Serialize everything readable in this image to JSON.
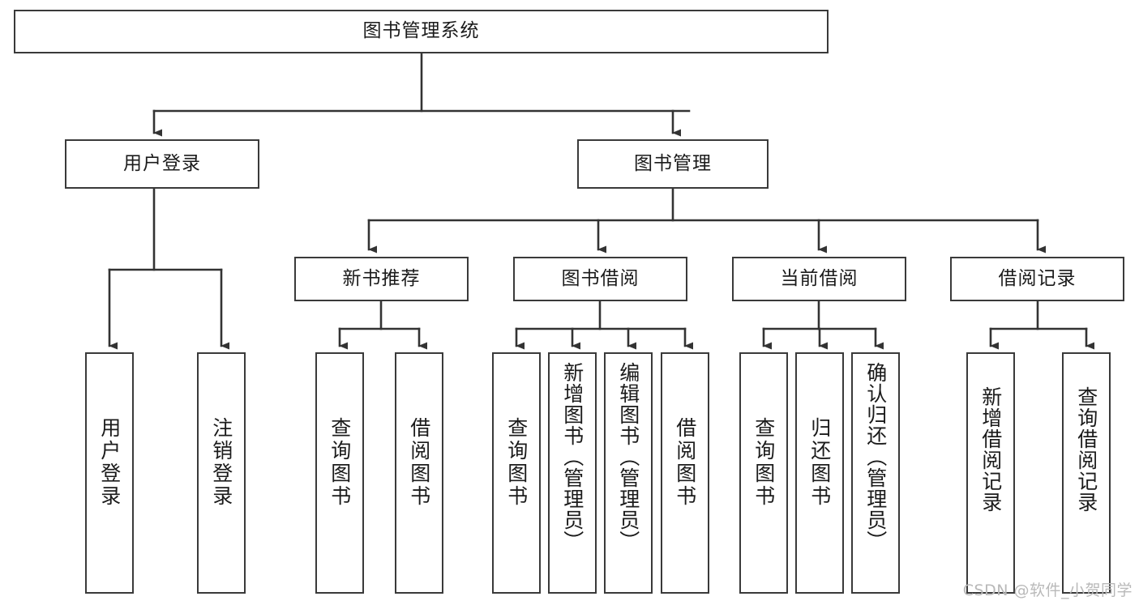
{
  "diagram": {
    "title": "图书管理系统",
    "type": "tree",
    "orientation": "top-down",
    "style": {
      "box_fill": "#ffffff",
      "box_stroke": "#3a3a3a",
      "edge_color": "#333333",
      "text_color": "#1b1b1b",
      "watermark_color": "#b9b9b9"
    },
    "watermark": "CSDN @软件_小贺同学",
    "nodes": {
      "root": {
        "label": "图书管理系统",
        "level": 0,
        "text_direction": "horizontal"
      },
      "user_login": {
        "label": "用户登录",
        "level": 1,
        "text_direction": "horizontal"
      },
      "book_manage": {
        "label": "图书管理",
        "level": 1,
        "text_direction": "horizontal"
      },
      "new_book_rec": {
        "label": "新书推荐",
        "level": 2,
        "text_direction": "horizontal"
      },
      "book_borrow": {
        "label": "图书借阅",
        "level": 2,
        "text_direction": "horizontal"
      },
      "current_borrow": {
        "label": "当前借阅",
        "level": 2,
        "text_direction": "horizontal"
      },
      "borrow_record": {
        "label": "借阅记录",
        "level": 2,
        "text_direction": "horizontal"
      },
      "leaf_user_login": {
        "label": "用户登录",
        "level": 3,
        "text_direction": "vertical"
      },
      "leaf_logout": {
        "label": "注销登录",
        "level": 3,
        "text_direction": "vertical"
      },
      "leaf_query_book_a": {
        "label": "查询图书",
        "level": 3,
        "text_direction": "vertical"
      },
      "leaf_borrow_book_a": {
        "label": "借阅图书",
        "level": 3,
        "text_direction": "vertical"
      },
      "leaf_query_book_b": {
        "label": "查询图书",
        "level": 3,
        "text_direction": "vertical"
      },
      "leaf_add_book": {
        "label": "新增图书（管理员）",
        "level": 3,
        "text_direction": "vertical"
      },
      "leaf_edit_book": {
        "label": "编辑图书（管理员）",
        "level": 3,
        "text_direction": "vertical"
      },
      "leaf_borrow_book_b": {
        "label": "借阅图书",
        "level": 3,
        "text_direction": "vertical"
      },
      "leaf_query_book_c": {
        "label": "查询图书",
        "level": 3,
        "text_direction": "vertical"
      },
      "leaf_return_book": {
        "label": "归还图书",
        "level": 3,
        "text_direction": "vertical"
      },
      "leaf_confirm_return": {
        "label": "确认归还（管理员）",
        "level": 3,
        "text_direction": "vertical"
      },
      "leaf_add_record": {
        "label": "新增借阅记录",
        "level": 3,
        "text_direction": "vertical"
      },
      "leaf_query_record": {
        "label": "查询借阅记录",
        "level": 3,
        "text_direction": "vertical"
      }
    },
    "edges": [
      {
        "from": "root",
        "to": "user_login"
      },
      {
        "from": "root",
        "to": "book_manage"
      },
      {
        "from": "book_manage",
        "to": "new_book_rec"
      },
      {
        "from": "book_manage",
        "to": "book_borrow"
      },
      {
        "from": "book_manage",
        "to": "current_borrow"
      },
      {
        "from": "book_manage",
        "to": "borrow_record"
      },
      {
        "from": "user_login",
        "to": "leaf_user_login"
      },
      {
        "from": "user_login",
        "to": "leaf_logout"
      },
      {
        "from": "new_book_rec",
        "to": "leaf_query_book_a"
      },
      {
        "from": "new_book_rec",
        "to": "leaf_borrow_book_a"
      },
      {
        "from": "book_borrow",
        "to": "leaf_query_book_b"
      },
      {
        "from": "book_borrow",
        "to": "leaf_add_book"
      },
      {
        "from": "book_borrow",
        "to": "leaf_edit_book"
      },
      {
        "from": "book_borrow",
        "to": "leaf_borrow_book_b"
      },
      {
        "from": "current_borrow",
        "to": "leaf_query_book_c"
      },
      {
        "from": "current_borrow",
        "to": "leaf_return_book"
      },
      {
        "from": "current_borrow",
        "to": "leaf_confirm_return"
      },
      {
        "from": "borrow_record",
        "to": "leaf_add_record"
      },
      {
        "from": "borrow_record",
        "to": "leaf_query_record"
      }
    ]
  }
}
